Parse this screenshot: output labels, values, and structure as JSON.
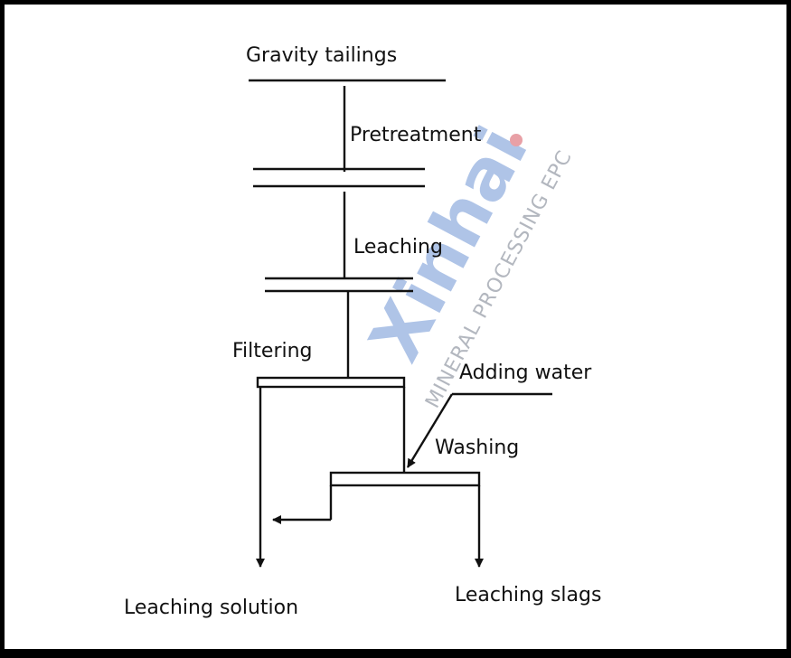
{
  "diagram": {
    "steps": {
      "gravity_tailings": "Gravity tailings",
      "pretreatment": "Pretreatment",
      "leaching": "Leaching",
      "filtering": "Filtering",
      "adding_water": "Adding water",
      "washing": "Washing",
      "leaching_solution": "Leaching solution",
      "leaching_slags": "Leaching slags"
    }
  },
  "watermark": {
    "brand": "Xinhai",
    "tagline": "MINERAL PROCESSING EPC",
    "color": "#6f95d4",
    "dot_color": "#e8a0a6"
  }
}
